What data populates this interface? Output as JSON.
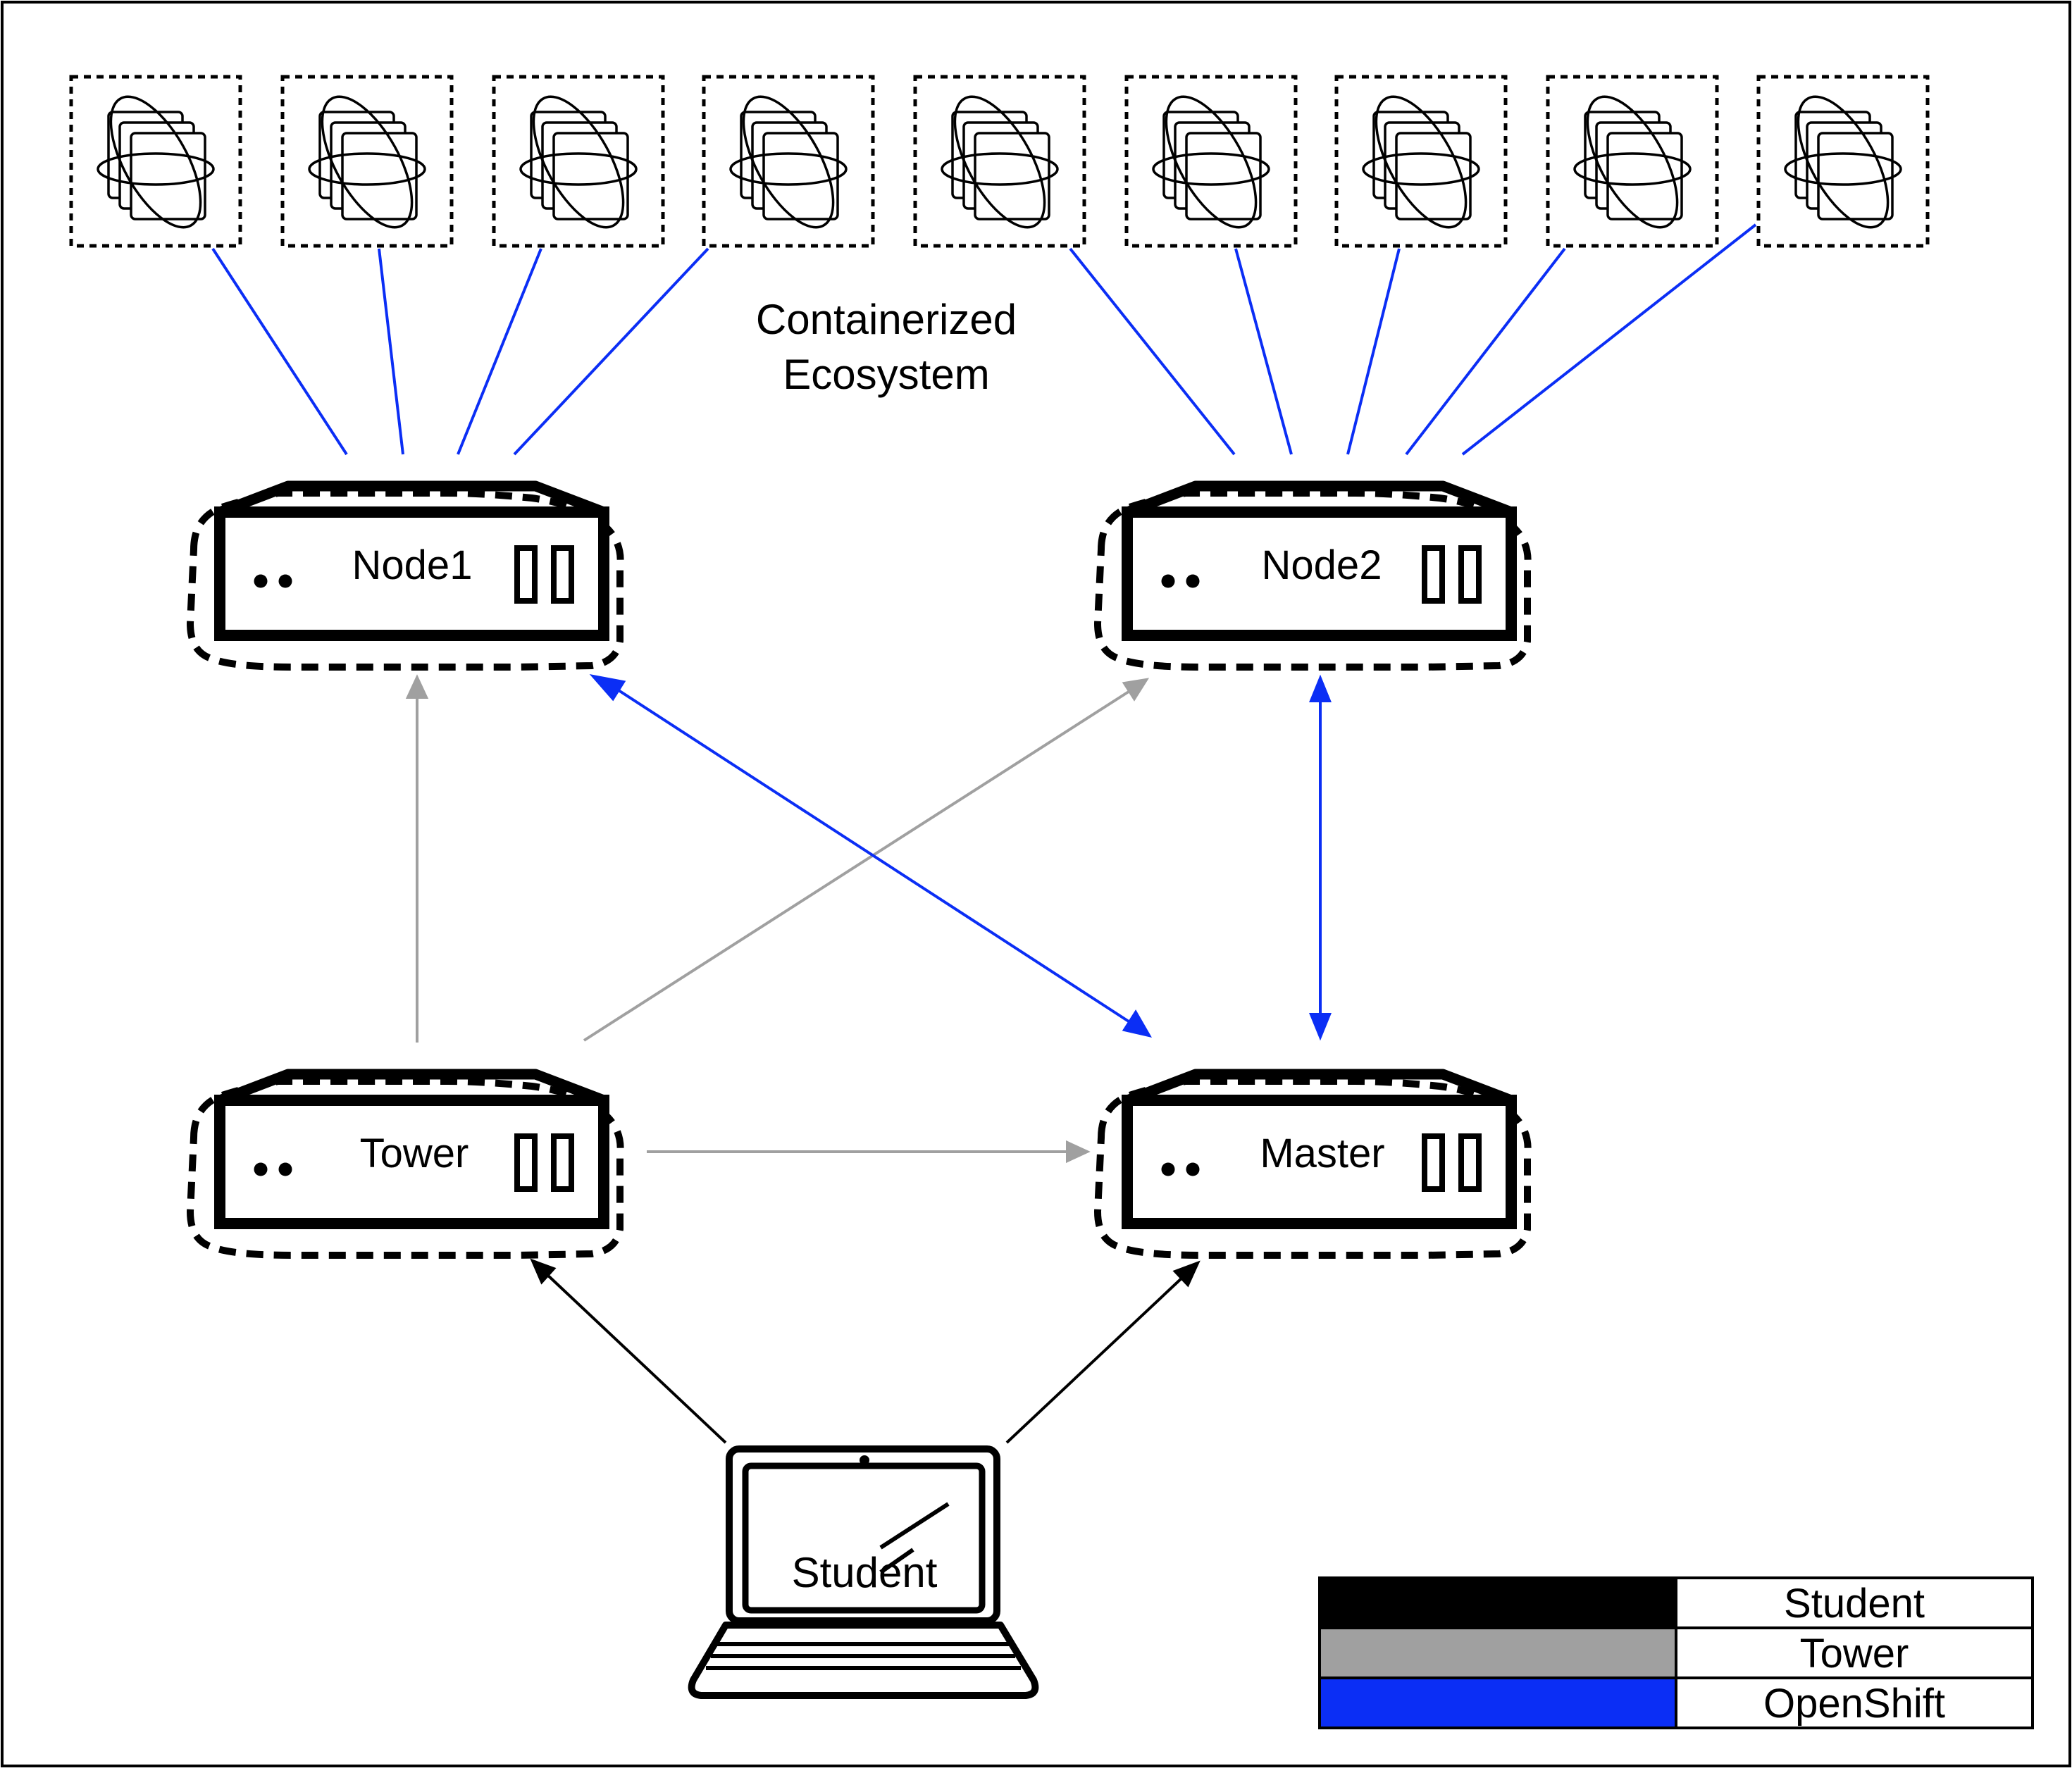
{
  "ecosystem_label": [
    "Containerized",
    "Ecosystem"
  ],
  "servers": [
    {
      "id": "node1",
      "label": "Node1"
    },
    {
      "id": "node2",
      "label": "Node2"
    },
    {
      "id": "tower",
      "label": "Tower"
    },
    {
      "id": "master",
      "label": "Master"
    }
  ],
  "laptop": {
    "label": "Student"
  },
  "containers": {
    "count": 9,
    "icon": "container-image-stack-icon"
  },
  "legend": [
    {
      "label": "Student",
      "color": "#000000"
    },
    {
      "label": "Tower",
      "color": "#a0a0a0"
    },
    {
      "label": "OpenShift",
      "color": "#0b2ef5"
    }
  ],
  "colors": {
    "student": "#000000",
    "tower": "#a0a0a0",
    "openshift": "#0b2ef5"
  }
}
